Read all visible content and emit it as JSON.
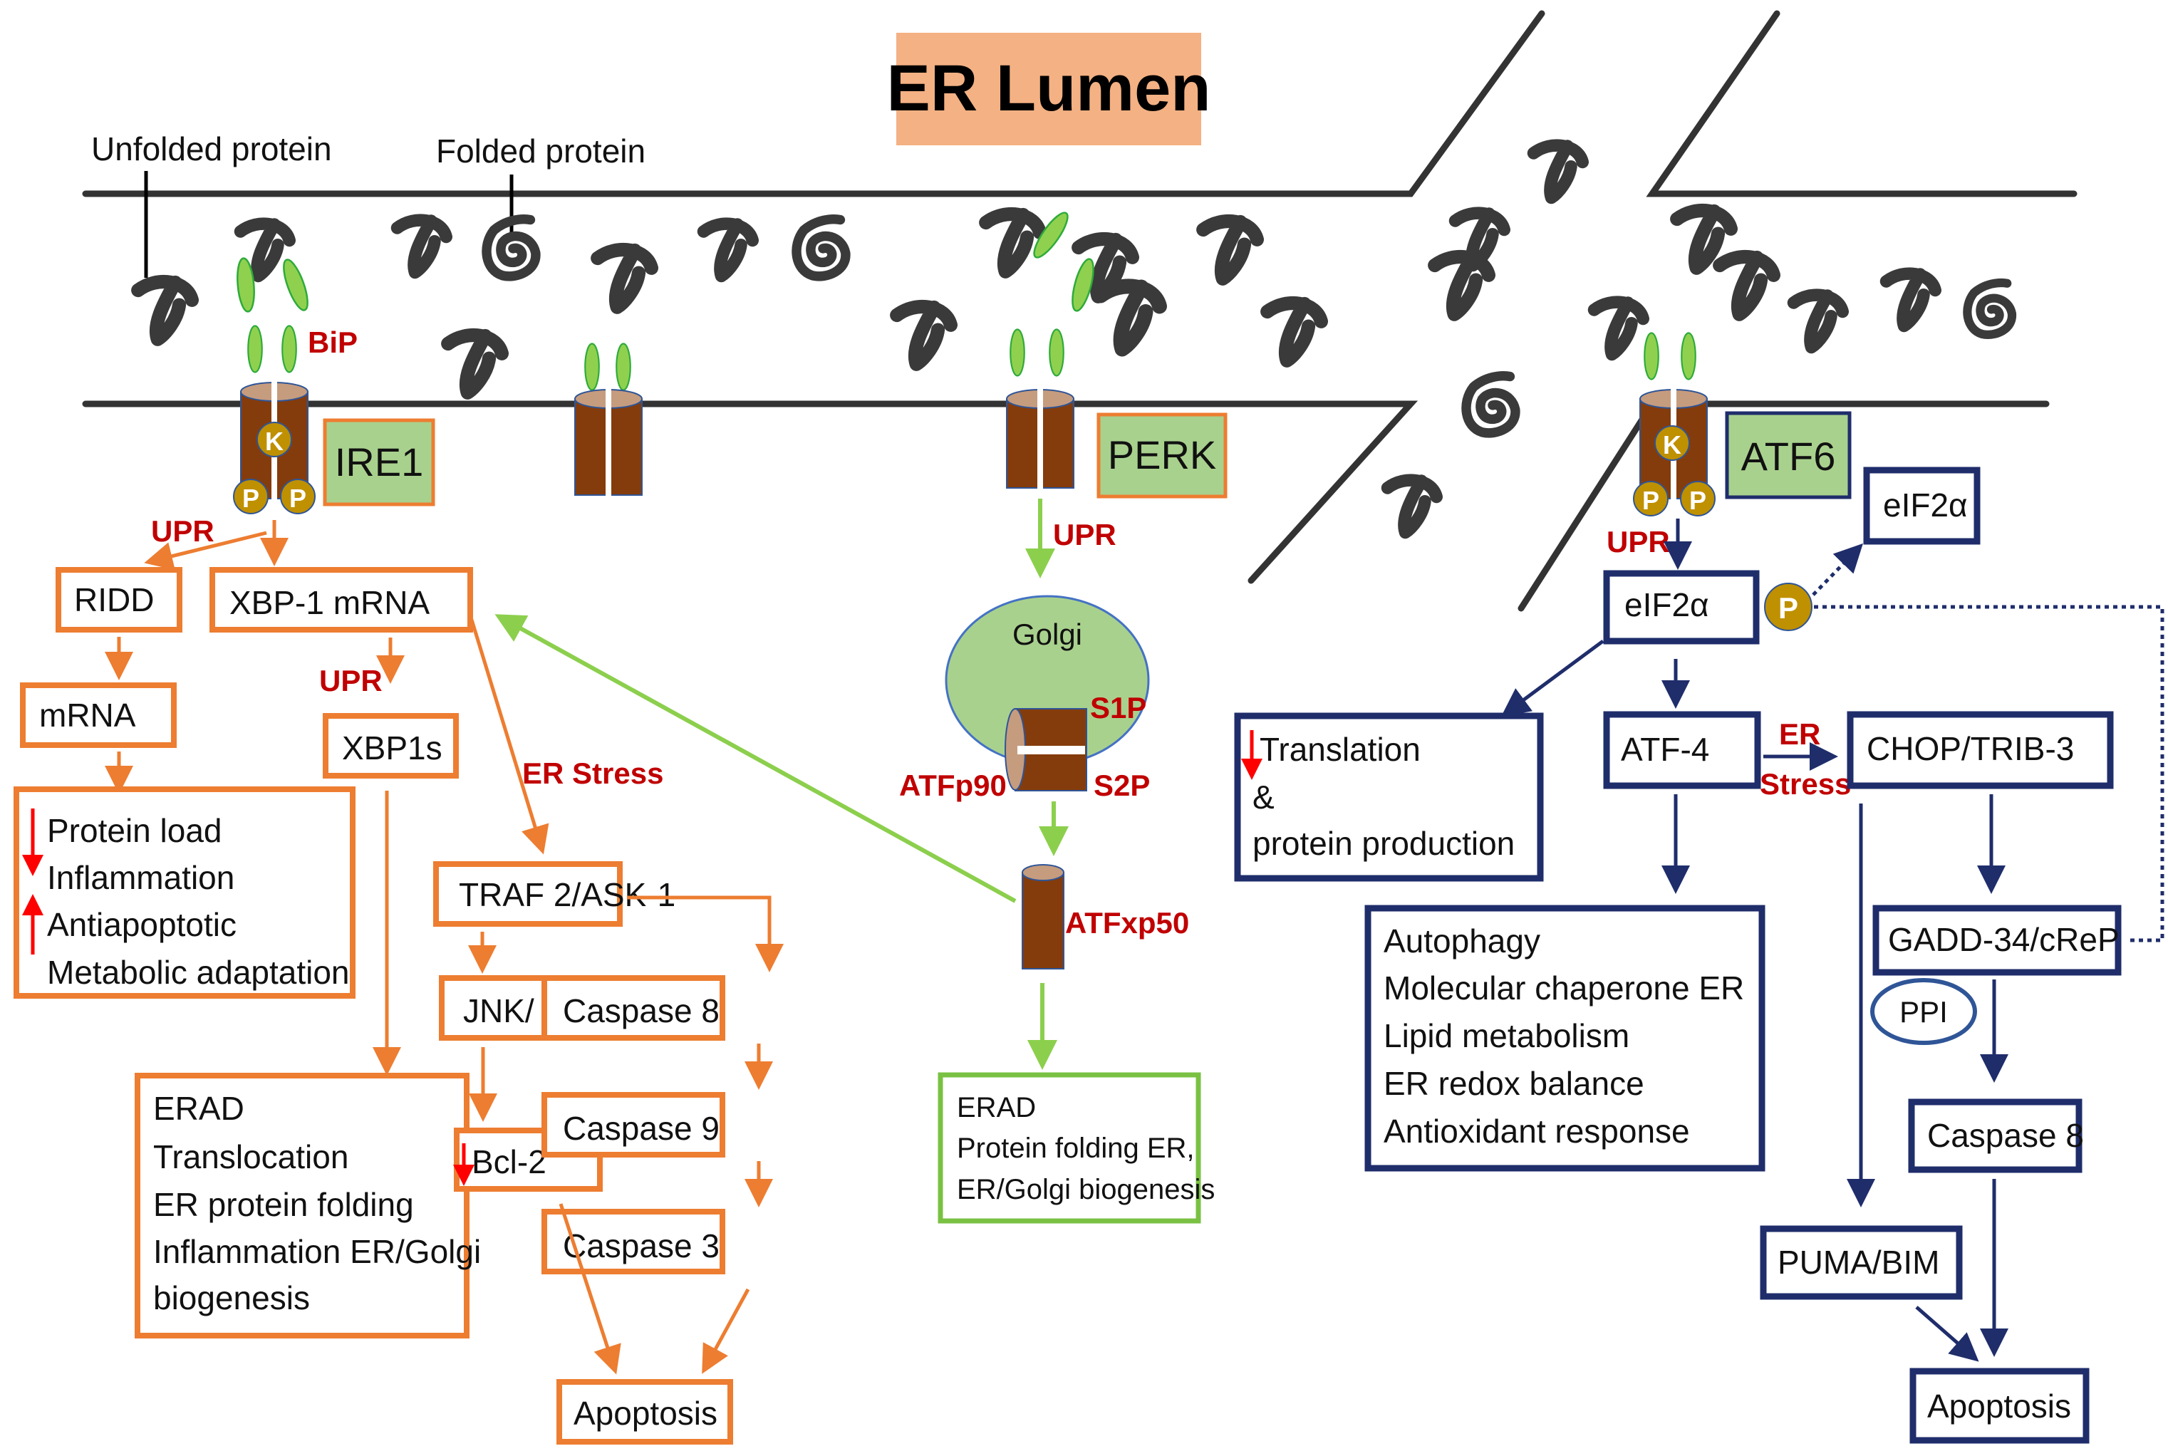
{
  "title": "ER Lumen",
  "annotations": {
    "unfolded_protein": "Unfolded protein",
    "folded_protein": "Folded protein",
    "bip": "BiP"
  },
  "sensors": {
    "ire1": "IRE1",
    "perk": "PERK",
    "atf6": "ATF6",
    "kinase": "K",
    "phospho": "P"
  },
  "colors": {
    "ire1_pathway": "#ed7d31",
    "perk_pathway": "#7ac143",
    "atf6_pathway": "#1f2d6b",
    "emphasis_label": "#c00000",
    "title_bg": "#f4b183",
    "sensor_box": "#a9d18e",
    "transmembrane": "#843c0c"
  },
  "ire1_branch": {
    "upr_label_1": "UPR",
    "upr_label_2": "UPR",
    "er_stress_label": "ER Stress",
    "ridd": "RIDD",
    "xbp1_mrna": "XBP-1 mRNA",
    "mrna": "mRNA",
    "xbp1s": "XBP1s",
    "outcomes_ridd": [
      "Protein load",
      "Inflammation",
      "Antiapoptotic",
      "Metabolic adaptation"
    ],
    "outcomes_xbp1s": [
      "ERAD",
      "Translocation",
      "ER protein folding",
      "Inflammation ER/Golgi",
      "biogenesis"
    ],
    "traf2_ask1": "TRAF 2/ASK-1",
    "jnk_nfkb": "JNK/ NF-Kb",
    "bcl2": "Bcl-2",
    "caspase8": "Caspase 8",
    "caspase9": "Caspase 9",
    "caspase3": "Caspase 3",
    "apoptosis": "Apoptosis"
  },
  "perk_branch": {
    "upr_label": "UPR",
    "golgi": "Golgi",
    "s1p": "S1P",
    "s2p": "S2P",
    "atfp90": "ATFp90",
    "atfxp50": "ATFxp50",
    "outcomes": [
      "ERAD",
      "Protein folding ER,",
      "ER/Golgi biogenesis"
    ]
  },
  "atf6_branch": {
    "upr_label": "UPR",
    "eif2a_top": "eIF2α",
    "eif2a": "eIF2α",
    "translation_box": [
      "Translation",
      "&",
      "protein production"
    ],
    "atf4": "ATF-4",
    "er_stress_top": "ER",
    "er_stress_bottom": "Stress",
    "chop_trib3": "CHOP/TRIB-3",
    "atf4_outcomes": [
      "Autophagy",
      "Molecular chaperone ER",
      "Lipid metabolism",
      "ER redox balance",
      "Antioxidant response"
    ],
    "gadd34": "GADD-34/cReP",
    "ppi": "PPI",
    "caspase8": "Caspase 8",
    "puma_bim": "PUMA/BIM",
    "apoptosis": "Apoptosis"
  }
}
